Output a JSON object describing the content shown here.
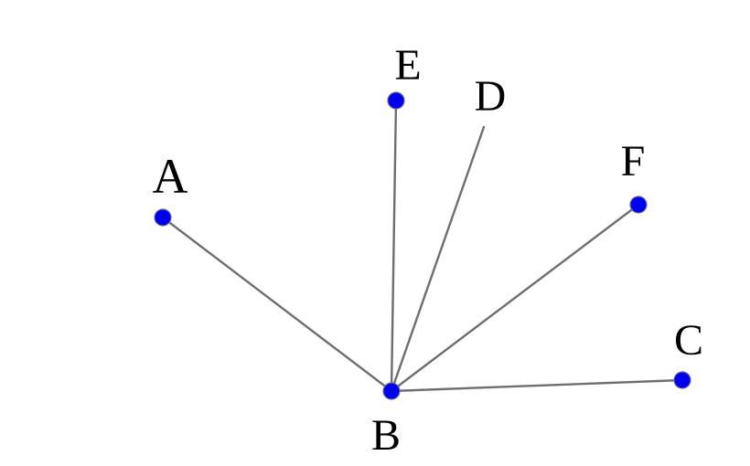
{
  "diagram": {
    "vertex": "B",
    "points": [
      "A",
      "E",
      "D",
      "F",
      "C"
    ],
    "segments": [
      [
        "B",
        "A"
      ],
      [
        "B",
        "E"
      ],
      [
        "B",
        "D"
      ],
      [
        "B",
        "F"
      ],
      [
        "B",
        "C"
      ]
    ],
    "marked_points": [
      "A",
      "E",
      "F",
      "C",
      "B"
    ],
    "labels": {
      "A": "A",
      "B": "B",
      "C": "C",
      "D": "D",
      "E": "E",
      "F": "F"
    },
    "colors": {
      "point": "#0000ee",
      "segment": "#6e6e6e",
      "label": "#000000"
    }
  }
}
